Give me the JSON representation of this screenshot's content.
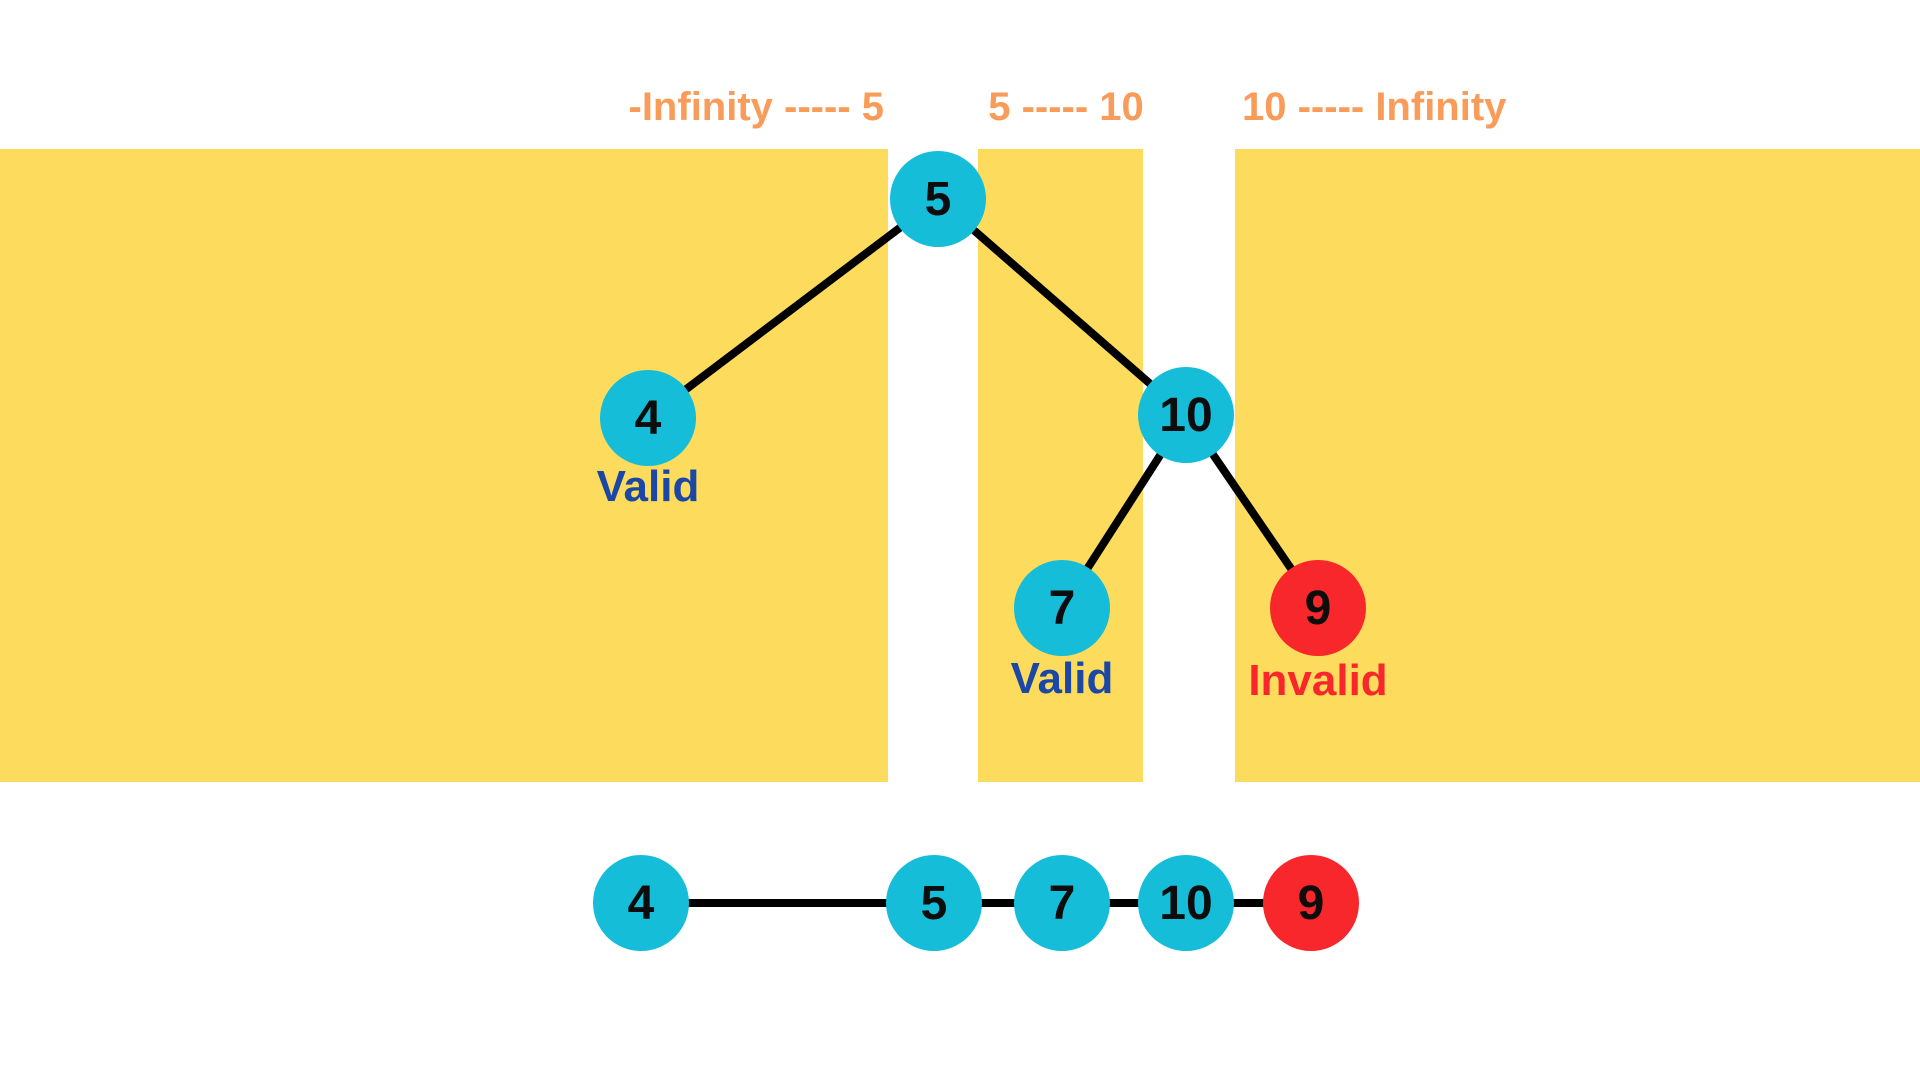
{
  "ranges": {
    "left_label": "-Infinity ----- 5",
    "middle_label": "5 ----- 10",
    "right_label": "10 ----- Infinity"
  },
  "tree": {
    "root": {
      "value": "5"
    },
    "left_child": {
      "value": "4",
      "status": "Valid"
    },
    "right_child": {
      "value": "10"
    },
    "right_left_child": {
      "value": "7",
      "status": "Valid"
    },
    "right_right_child": {
      "value": "9",
      "status": "Invalid"
    }
  },
  "inorder_sequence": {
    "nodes": [
      "4",
      "5",
      "7",
      "10",
      "9"
    ]
  },
  "colors": {
    "band_yellow": "#FDDB5C",
    "node_cyan": "#16BDD8",
    "node_red": "#F8272B",
    "range_label_orange": "#F99B59",
    "valid_text_blue": "#1B48A5",
    "invalid_text_red": "#F8272B",
    "edge_black": "#000000"
  }
}
